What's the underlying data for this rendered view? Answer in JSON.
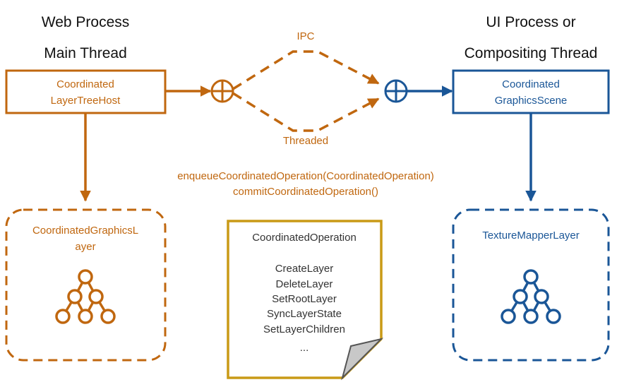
{
  "colors": {
    "orange": "#c0670f",
    "blue": "#1a5697",
    "gold": "#c99a16",
    "fold": "#c8c8c8",
    "text": "#111111"
  },
  "headers": {
    "left_line1": "Web Process",
    "left_line2": "Main Thread",
    "right_line1": "UI Process or",
    "right_line2": "Compositing Thread"
  },
  "nodes": {
    "layer_tree_host": {
      "line1": "Coordinated",
      "line2": "LayerTreeHost"
    },
    "graphics_scene": {
      "line1": "Coordinated",
      "line2": "GraphicsScene"
    },
    "graphics_layer": {
      "line1": "CoordinatedGraphicsL",
      "line2": "ayer",
      "icon": "tree-icon"
    },
    "texture_mapper": {
      "line1": "TextureMapperLayer",
      "icon": "tree-icon"
    }
  },
  "edges": {
    "ipc_label": "IPC",
    "threaded_label": "Threaded",
    "api_line1": "enqueueCoordinatedOperation(CoordinatedOperation)",
    "api_line2": "commitCoordinatedOperation()",
    "merge_icon": "circle-plus-icon"
  },
  "operations_note": {
    "title": "CoordinatedOperation",
    "items": [
      "CreateLayer",
      "DeleteLayer",
      "SetRootLayer",
      "SyncLayerState",
      "SetLayerChildren",
      "..."
    ]
  }
}
